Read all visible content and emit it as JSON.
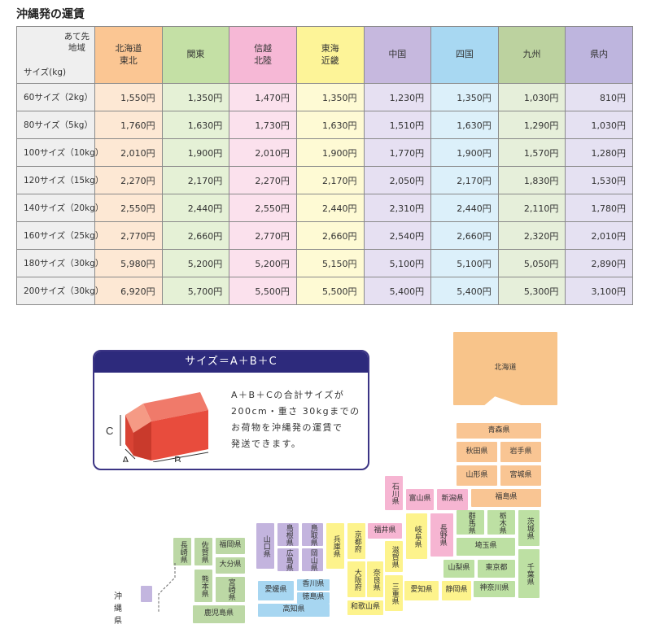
{
  "title": "沖縄発の運賃",
  "header": {
    "dest_label": "あて先\n地域",
    "size_label": "サイズ(kg)",
    "regions": [
      "北海道\n東北",
      "関東",
      "信越\n北陸",
      "東海\n近畿",
      "中国",
      "四国",
      "九州",
      "県内"
    ]
  },
  "rows": [
    {
      "size": "60サイズ（2kg）",
      "prices": [
        "1,550円",
        "1,350円",
        "1,470円",
        "1,350円",
        "1,230円",
        "1,350円",
        "1,030円",
        "810円"
      ]
    },
    {
      "size": "80サイズ（5kg）",
      "prices": [
        "1,760円",
        "1,630円",
        "1,730円",
        "1,630円",
        "1,510円",
        "1,630円",
        "1,290円",
        "1,030円"
      ]
    },
    {
      "size": "100サイズ（10kg）",
      "prices": [
        "2,010円",
        "1,900円",
        "2,010円",
        "1,900円",
        "1,770円",
        "1,900円",
        "1,570円",
        "1,280円"
      ]
    },
    {
      "size": "120サイズ（15kg）",
      "prices": [
        "2,270円",
        "2,170円",
        "2,270円",
        "2,170円",
        "2,050円",
        "2,170円",
        "1,830円",
        "1,530円"
      ]
    },
    {
      "size": "140サイズ（20kg）",
      "prices": [
        "2,550円",
        "2,440円",
        "2,550円",
        "2,440円",
        "2,310円",
        "2,440円",
        "2,110円",
        "1,780円"
      ]
    },
    {
      "size": "160サイズ（25kg）",
      "prices": [
        "2,770円",
        "2,660円",
        "2,770円",
        "2,660円",
        "2,540円",
        "2,660円",
        "2,320円",
        "2,010円"
      ]
    },
    {
      "size": "180サイズ（30kg）",
      "prices": [
        "5,980円",
        "5,200円",
        "5,200円",
        "5,150円",
        "5,100円",
        "5,100円",
        "5,050円",
        "2,890円"
      ]
    },
    {
      "size": "200サイズ（30kg）",
      "prices": [
        "6,920円",
        "5,700円",
        "5,500円",
        "5,500円",
        "5,400円",
        "5,400円",
        "5,300円",
        "3,100円"
      ]
    }
  ],
  "size_box": {
    "heading": "サイズ＝A＋B＋C",
    "line1": "A＋B＋Cの合計サイズが",
    "line2": "200cm・重さ 30kgまでの",
    "line3": "お荷物を沖縄発の運賃で",
    "line4": "発送できます。",
    "label_a": "A",
    "label_b": "B",
    "label_c": "C"
  },
  "map": {
    "hokkaido": "北海道",
    "aomori": "青森県",
    "akita": "秋田県",
    "iwate": "岩手県",
    "yamagata": "山形県",
    "miyagi": "宮城県",
    "fukushima": "福島県",
    "ishikawa": "石川県",
    "toyama": "富山県",
    "niigata": "新潟県",
    "fukui": "福井県",
    "gunma": "群馬県",
    "tochigi": "栃木県",
    "ibaraki": "茨城県",
    "nagano": "長野県",
    "gifu": "岐阜県",
    "saitama": "埼玉県",
    "yamanashi": "山梨県",
    "tokyo": "東京都",
    "chiba": "千葉県",
    "kanagawa": "神奈川県",
    "aichi": "愛知県",
    "shizuoka": "静岡県",
    "shiga": "滋賀県",
    "mie": "三重県",
    "kyoto": "京都府",
    "hyogo": "兵庫県",
    "osaka": "大阪府",
    "nara": "奈良県",
    "wakayama": "和歌山県",
    "tottori": "鳥取県",
    "shimane": "島根県",
    "okayama": "岡山県",
    "hiroshima": "広島県",
    "yamaguchi": "山口県",
    "kagawa": "香川県",
    "ehime": "愛媛県",
    "tokushima": "徳島県",
    "kochi": "高知県",
    "fukuoka": "福岡県",
    "saga": "佐賀県",
    "nagasaki": "長崎県",
    "oita": "大分県",
    "kumamoto": "熊本県",
    "miyazaki": "宮崎県",
    "kagoshima": "鹿児島県",
    "okinawa": "沖縄県"
  }
}
